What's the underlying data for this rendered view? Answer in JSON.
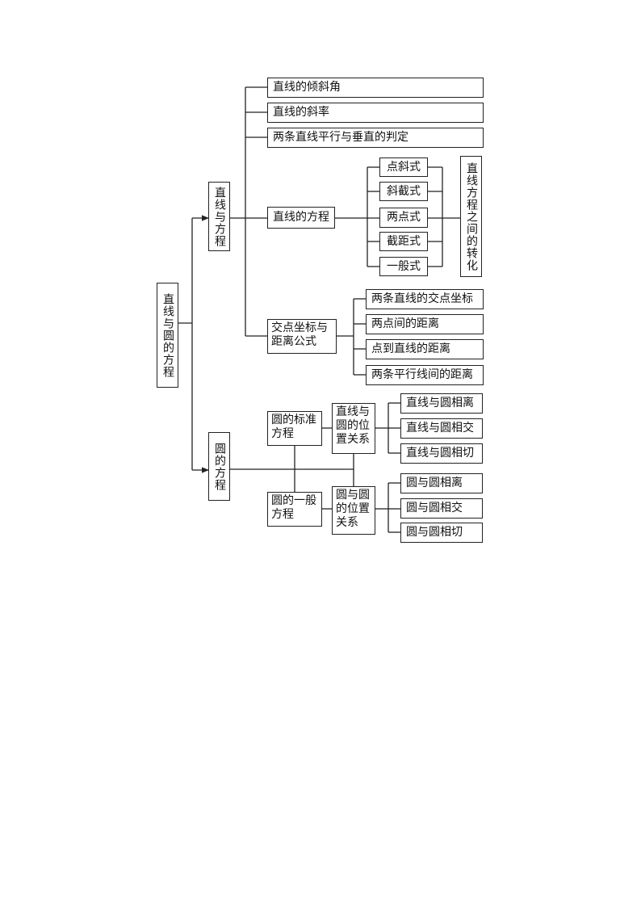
{
  "root": "直线与圆的方程",
  "branch_line": {
    "label": "直线与方程",
    "incline": "直线的倾斜角",
    "slope": "直线的斜率",
    "parallel_perp": "两条直线平行与垂直的判定",
    "equation": {
      "label": "直线的方程",
      "forms": [
        "点斜式",
        "斜截式",
        "两点式",
        "截距式",
        "一般式"
      ],
      "conversion": "直线方程之间的转化"
    },
    "intersection": {
      "label": "交点坐标与距离公式",
      "items": [
        "两条直线的交点坐标",
        "两点间的距离",
        "点到直线的距离",
        "两条平行线间的距离"
      ]
    }
  },
  "branch_circle": {
    "label": "圆的方程",
    "standard": "圆的标准方程",
    "general": "圆的一般方程",
    "line_circle": {
      "label": "直线与圆的位置关系",
      "items": [
        "直线与圆相离",
        "直线与圆相交",
        "直线与圆相切"
      ]
    },
    "circle_circle": {
      "label": "圆与圆的位置关系",
      "items": [
        "圆与圆相离",
        "圆与圆相交",
        "圆与圆相切"
      ]
    }
  }
}
